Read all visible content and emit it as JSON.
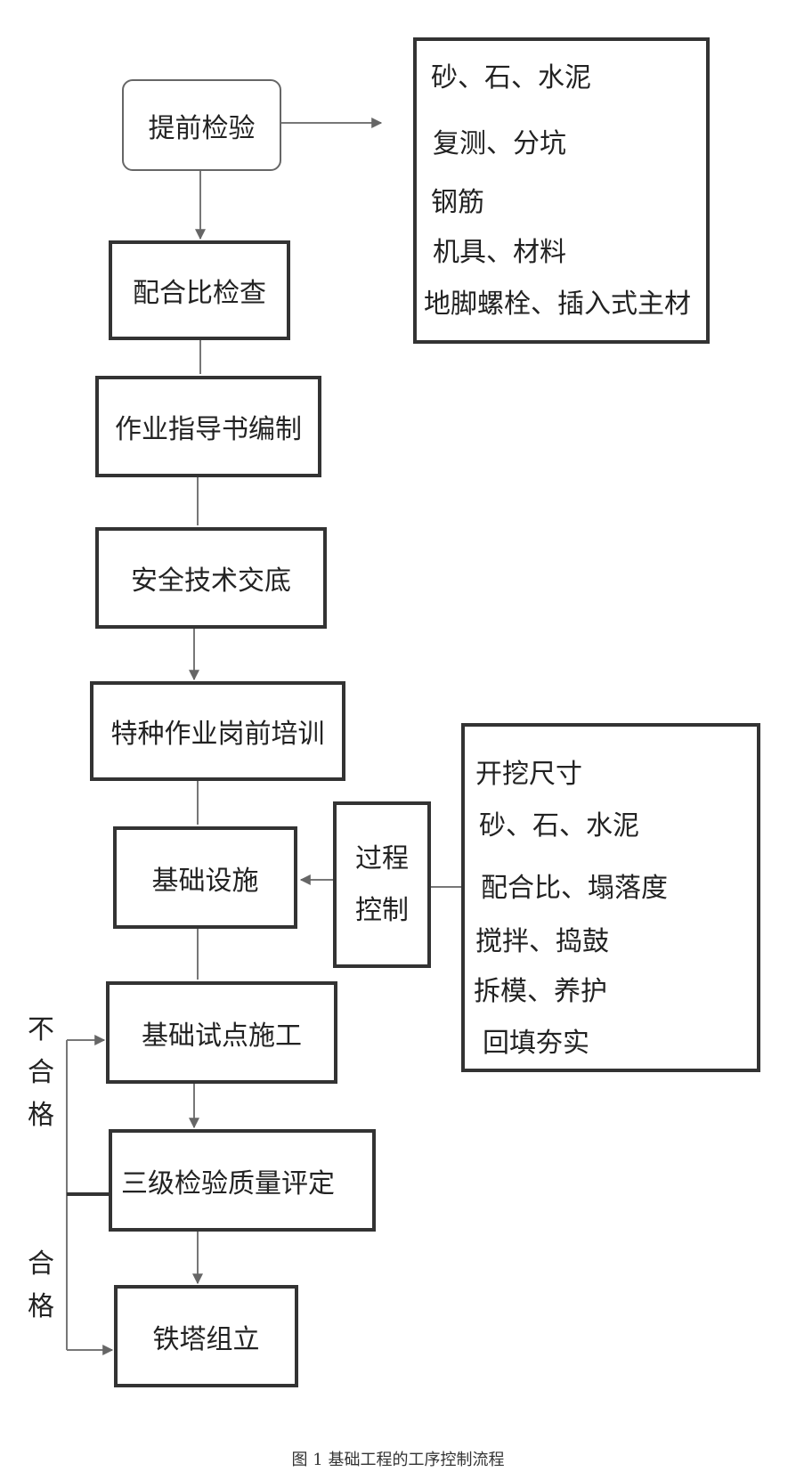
{
  "steps": [
    "提前检验",
    "配合比检查",
    "作业指导书编制",
    "安全技术交底",
    "特种作业岗前培训",
    "基础设施",
    "基础试点施工",
    "三级检验质量评定",
    "铁塔组立"
  ],
  "pre_check_items": [
    "砂、石、水泥",
    "复测、分坑",
    "钢筋",
    "机具、材料",
    "地脚螺栓、插入式主材"
  ],
  "process_control": {
    "label_line1": "过程",
    "label_line2": "控制",
    "items": [
      "开挖尺寸",
      "砂、石、水泥",
      "配合比、塌落度",
      "搅拌、捣鼓",
      "拆模、养护",
      "回填夯实"
    ]
  },
  "feedback": {
    "fail_chars": [
      "不",
      "合",
      "格"
    ],
    "pass_chars": [
      "合",
      "格"
    ]
  },
  "caption": "图 1 基础工程的工序控制流程"
}
